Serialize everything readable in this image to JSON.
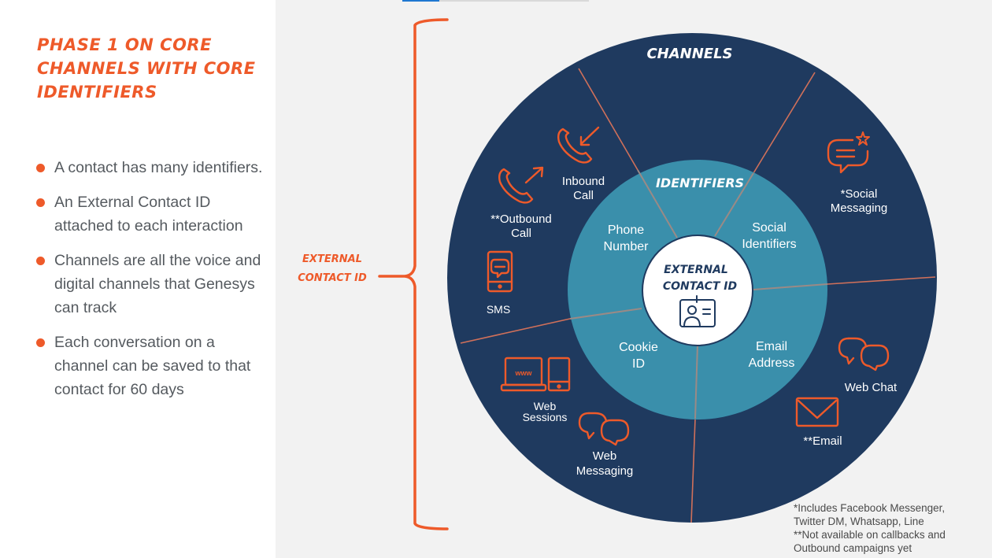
{
  "slide": {
    "progress_fraction": 0.2,
    "title": "Phase 1 on core channels with core identifiers",
    "bullets": [
      "A contact has many identifiers.",
      "An External Contact ID attached to each interaction",
      "Channels are all the voice and digital channels that Genesys can track",
      "Each conversation on a channel can be saved to that contact for 60 days"
    ],
    "brace_label_line1": "External",
    "brace_label_line2": "Contact ID"
  },
  "diagram": {
    "outer_ring_title": "CHANNELS",
    "middle_ring_title": "IDENTIFIERS",
    "center_line1": "EXTERNAL",
    "center_line2": "CONTACT ID",
    "center_icon": "contact-card-icon",
    "identifiers": [
      {
        "line1": "Phone",
        "line2": "Number"
      },
      {
        "line1": "Social",
        "line2": "Identifiers"
      },
      {
        "line1": "Email",
        "line2": "Address"
      },
      {
        "line1": "Cookie",
        "line2": "ID"
      }
    ],
    "channels": [
      {
        "icon": "inbound-call-icon",
        "line1": "Inbound",
        "line2": "Call"
      },
      {
        "icon": "outbound-call-icon",
        "line1": "**Outbound",
        "line2": "Call"
      },
      {
        "icon": "sms-icon",
        "line1": "SMS",
        "line2": ""
      },
      {
        "icon": "social-messaging-icon",
        "line1": "*Social",
        "line2": "Messaging"
      },
      {
        "icon": "web-chat-icon",
        "line1": "Web Chat",
        "line2": ""
      },
      {
        "icon": "email-icon",
        "line1": "**Email",
        "line2": ""
      },
      {
        "icon": "web-sessions-icon",
        "line1": "Web",
        "line2": "Sessions",
        "icon_text": "www"
      },
      {
        "icon": "web-messaging-icon",
        "line1": "Web",
        "line2": "Messaging"
      }
    ],
    "colors": {
      "outer": "#1f3a5f",
      "middle": "#3a8fab",
      "center": "#ffffff",
      "accent": "#ee5a2a",
      "divider": "#d0705a",
      "center_text": "#1f3a5f"
    }
  },
  "footnotes": [
    "*Includes Facebook Messenger,",
    "Twitter DM, Whatsapp, Line",
    "**Not available on callbacks and",
    "Outbound campaigns yet"
  ]
}
